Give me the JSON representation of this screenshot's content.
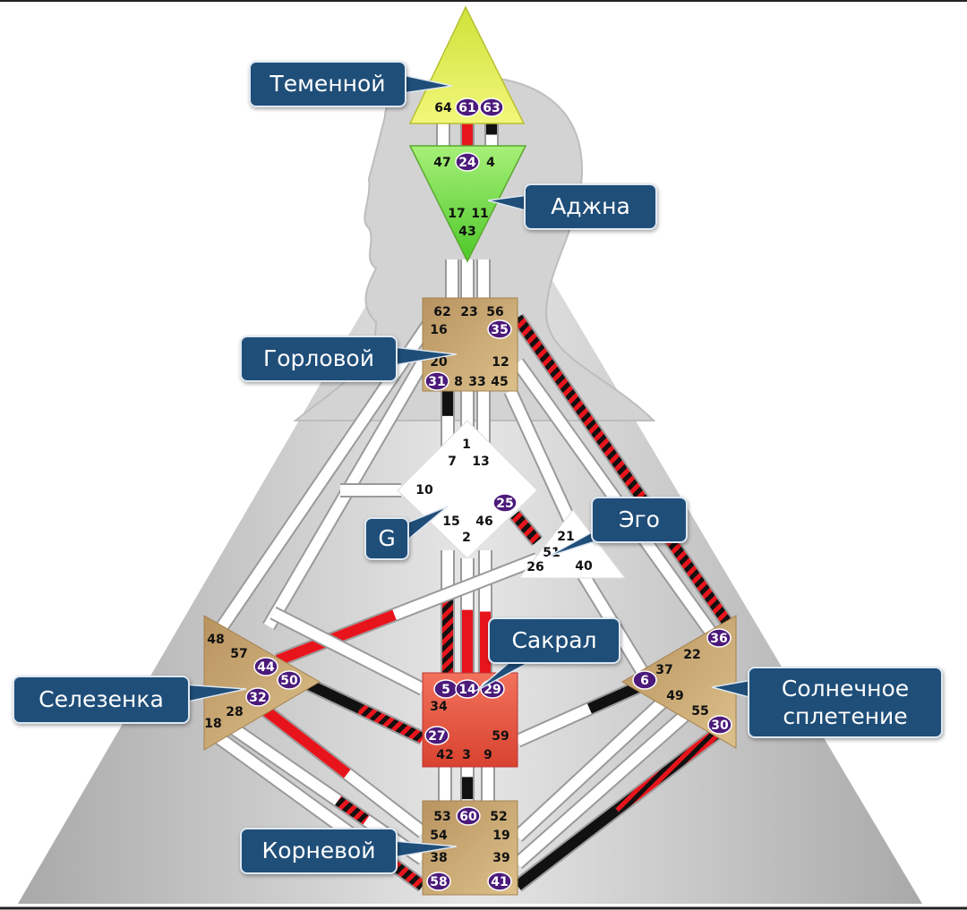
{
  "colors": {
    "defined_red": "#e8141c",
    "defined_black": "#111111",
    "activation": "#4b1a7a",
    "label_bg": "#1f4e79",
    "head": "#e6f25a",
    "ajna": "#7ee04a",
    "motor_tan": "#c8a46a",
    "sacral": "#e85a45",
    "g_center": "#ffffff"
  },
  "centers": {
    "head": {
      "label": "Теменной",
      "gates": [
        {
          "n": "64",
          "a": false
        },
        {
          "n": "61",
          "a": true
        },
        {
          "n": "63",
          "a": true
        }
      ]
    },
    "ajna": {
      "label": "Аджна",
      "gates": [
        {
          "n": "47",
          "a": false
        },
        {
          "n": "24",
          "a": true
        },
        {
          "n": "4",
          "a": false
        },
        {
          "n": "17",
          "a": false
        },
        {
          "n": "11",
          "a": false
        },
        {
          "n": "43",
          "a": false
        }
      ]
    },
    "throat": {
      "label": "Горловой",
      "gates": [
        {
          "n": "62",
          "a": false
        },
        {
          "n": "23",
          "a": false
        },
        {
          "n": "56",
          "a": false
        },
        {
          "n": "16",
          "a": false
        },
        {
          "n": "35",
          "a": true
        },
        {
          "n": "20",
          "a": false
        },
        {
          "n": "12",
          "a": false
        },
        {
          "n": "31",
          "a": true
        },
        {
          "n": "8",
          "a": false
        },
        {
          "n": "33",
          "a": false
        },
        {
          "n": "45",
          "a": false
        }
      ]
    },
    "g": {
      "label": "G",
      "gates": [
        {
          "n": "1",
          "a": false
        },
        {
          "n": "7",
          "a": false
        },
        {
          "n": "13",
          "a": false
        },
        {
          "n": "10",
          "a": false
        },
        {
          "n": "25",
          "a": true
        },
        {
          "n": "15",
          "a": false
        },
        {
          "n": "46",
          "a": false
        },
        {
          "n": "2",
          "a": false
        }
      ]
    },
    "ego": {
      "label": "Эго",
      "gates": [
        {
          "n": "21",
          "a": false
        },
        {
          "n": "51",
          "a": false
        },
        {
          "n": "26",
          "a": false
        },
        {
          "n": "40",
          "a": false
        }
      ]
    },
    "spleen": {
      "label": "Селезенка",
      "gates": [
        {
          "n": "48",
          "a": false
        },
        {
          "n": "57",
          "a": false
        },
        {
          "n": "44",
          "a": true
        },
        {
          "n": "50",
          "a": true
        },
        {
          "n": "32",
          "a": true
        },
        {
          "n": "28",
          "a": false
        },
        {
          "n": "18",
          "a": false
        }
      ]
    },
    "sacral": {
      "label": "Сакрал",
      "gates": [
        {
          "n": "5",
          "a": true
        },
        {
          "n": "14",
          "a": true
        },
        {
          "n": "29",
          "a": true
        },
        {
          "n": "34",
          "a": false
        },
        {
          "n": "27",
          "a": true
        },
        {
          "n": "59",
          "a": false
        },
        {
          "n": "42",
          "a": false
        },
        {
          "n": "3",
          "a": false
        },
        {
          "n": "9",
          "a": false
        }
      ]
    },
    "solar": {
      "label": "Солнечное сплетение",
      "gates": [
        {
          "n": "36",
          "a": true
        },
        {
          "n": "22",
          "a": false
        },
        {
          "n": "37",
          "a": false
        },
        {
          "n": "6",
          "a": true
        },
        {
          "n": "49",
          "a": false
        },
        {
          "n": "55",
          "a": false
        },
        {
          "n": "30",
          "a": true
        }
      ]
    },
    "root": {
      "label": "Корневой",
      "gates": [
        {
          "n": "53",
          "a": false
        },
        {
          "n": "60",
          "a": true
        },
        {
          "n": "52",
          "a": false
        },
        {
          "n": "54",
          "a": false
        },
        {
          "n": "19",
          "a": false
        },
        {
          "n": "38",
          "a": false
        },
        {
          "n": "39",
          "a": false
        },
        {
          "n": "58",
          "a": true
        },
        {
          "n": "41",
          "a": true
        }
      ]
    }
  }
}
